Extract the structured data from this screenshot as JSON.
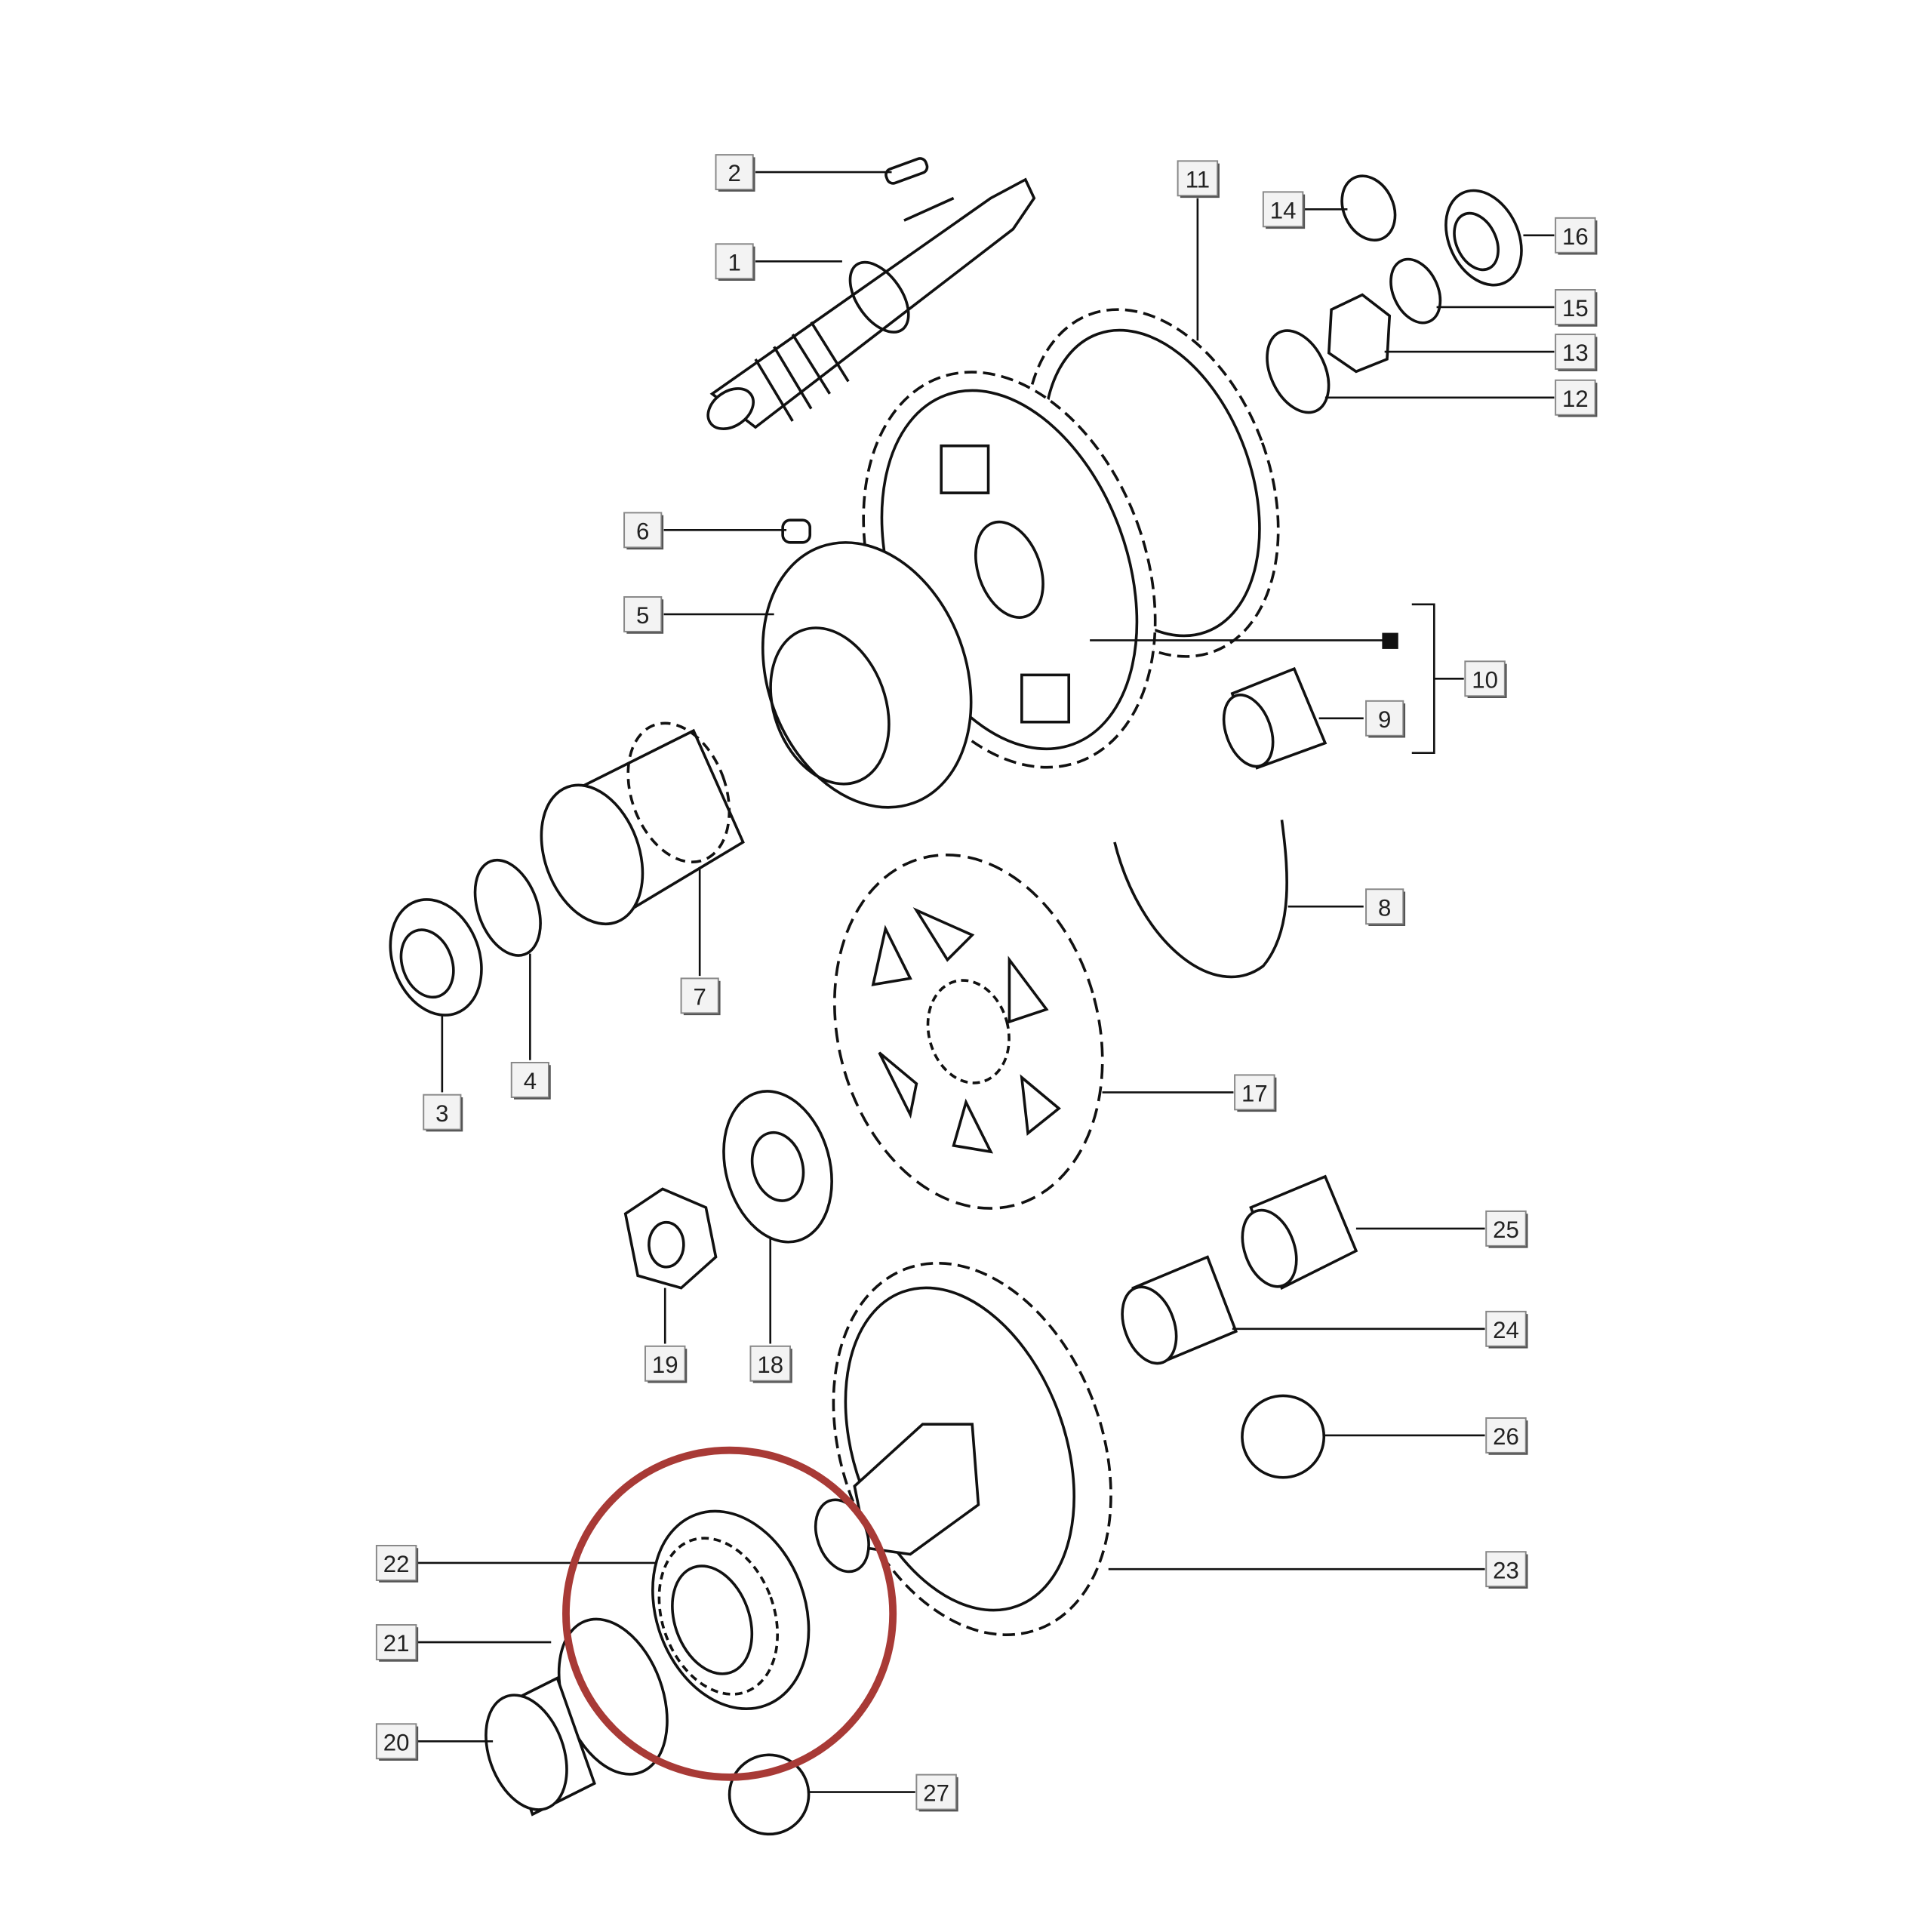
{
  "diagram": {
    "highlight_color": "#a83a36",
    "highlighted_parts": [
      "21",
      "22"
    ],
    "callouts": [
      "1",
      "2",
      "3",
      "4",
      "5",
      "6",
      "7",
      "8",
      "9",
      "10",
      "11",
      "12",
      "13",
      "14",
      "15",
      "16",
      "17",
      "18",
      "19",
      "20",
      "21",
      "22",
      "23",
      "24",
      "25",
      "26",
      "27"
    ]
  }
}
